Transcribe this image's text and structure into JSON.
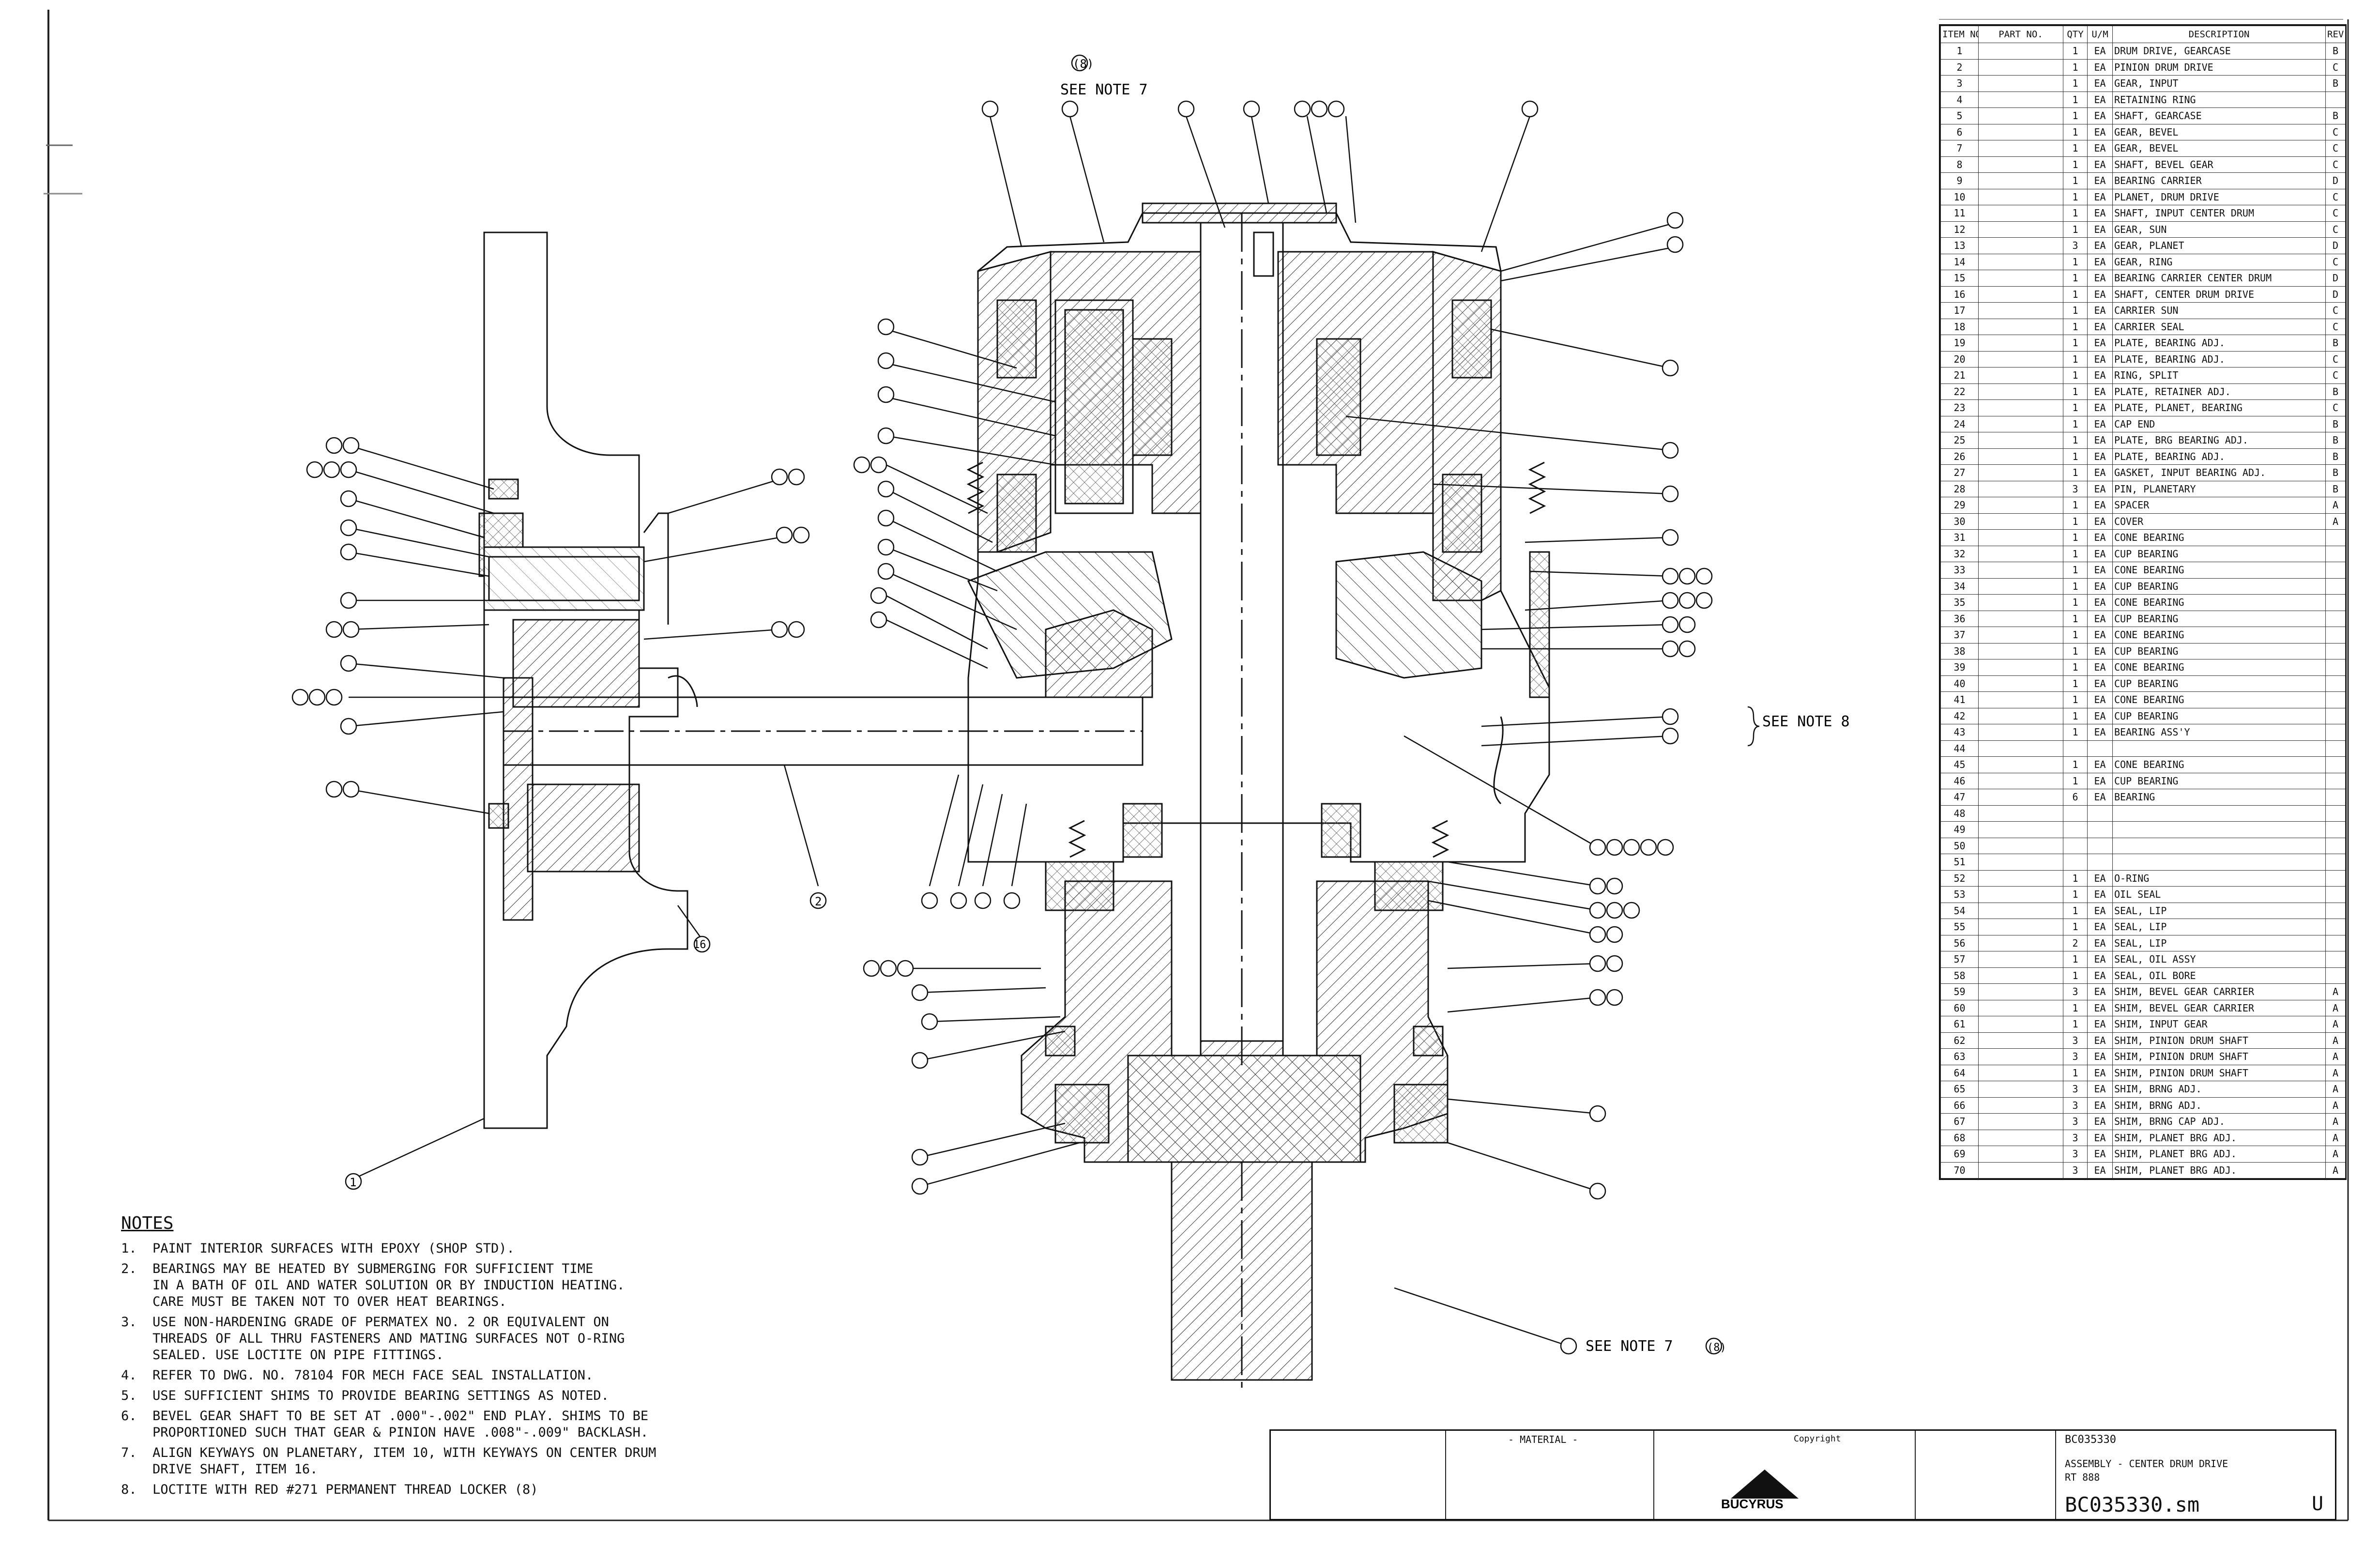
{
  "drawing": {
    "top_item_label": "(8)",
    "see_note7_top": "SEE NOTE 7",
    "see_note8": "SEE NOTE 8",
    "see_note7_bottom": "SEE NOTE 7",
    "rev_mark_bottom": "(8)",
    "balloon_1": "1",
    "balloon_2": "2",
    "balloon_16": "16"
  },
  "notes": {
    "title": "NOTES",
    "items": [
      "1.  PAINT INTERIOR SURFACES WITH EPOXY (SHOP STD).",
      "2.  BEARINGS MAY BE HEATED BY SUBMERGING FOR SUFFICIENT TIME\n    IN A BATH OF OIL AND WATER SOLUTION OR BY INDUCTION HEATING.\n    CARE MUST BE TAKEN NOT TO OVER HEAT BEARINGS.",
      "3.  USE NON-HARDENING GRADE OF PERMATEX NO. 2 OR EQUIVALENT ON\n    THREADS OF ALL THRU FASTENERS AND MATING SURFACES NOT O-RING\n    SEALED. USE LOCTITE ON PIPE FITTINGS.",
      "4.  REFER TO DWG. NO. 78104 FOR MECH FACE SEAL INSTALLATION.",
      "5.  USE SUFFICIENT SHIMS TO PROVIDE BEARING SETTINGS AS NOTED.",
      "6.  BEVEL GEAR SHAFT TO BE SET AT .000\"-.002\" END PLAY. SHIMS TO BE\n    PROPORTIONED SUCH THAT GEAR & PINION HAVE .008\"-.009\" BACKLASH.",
      "7.  ALIGN KEYWAYS ON PLANETARY, ITEM 10, WITH KEYWAYS ON CENTER DRUM\n    DRIVE SHAFT, ITEM 16.",
      "8.  LOCTITE WITH RED #271 PERMANENT THREAD LOCKER (8)"
    ]
  },
  "bom": {
    "headers": [
      "ITEM NO",
      "PART NO.",
      "QTY",
      "U/M",
      "DESCRIPTION",
      "REV"
    ],
    "rows": [
      [
        "1",
        "",
        "1",
        "EA",
        "DRUM DRIVE, GEARCASE",
        "B"
      ],
      [
        "2",
        "",
        "1",
        "EA",
        "PINION DRUM DRIVE",
        "C"
      ],
      [
        "3",
        "",
        "1",
        "EA",
        "GEAR, INPUT",
        "B"
      ],
      [
        "4",
        "",
        "1",
        "EA",
        "RETAINING RING",
        ""
      ],
      [
        "5",
        "",
        "1",
        "EA",
        "SHAFT, GEARCASE",
        "B"
      ],
      [
        "6",
        "",
        "1",
        "EA",
        "GEAR, BEVEL",
        "C"
      ],
      [
        "7",
        "",
        "1",
        "EA",
        "GEAR, BEVEL",
        "C"
      ],
      [
        "8",
        "",
        "1",
        "EA",
        "SHAFT, BEVEL GEAR",
        "C"
      ],
      [
        "9",
        "",
        "1",
        "EA",
        "BEARING CARRIER",
        "D"
      ],
      [
        "10",
        "",
        "1",
        "EA",
        "PLANET, DRUM DRIVE",
        "C"
      ],
      [
        "11",
        "",
        "1",
        "EA",
        "SHAFT, INPUT CENTER DRUM",
        "C"
      ],
      [
        "12",
        "",
        "1",
        "EA",
        "GEAR, SUN",
        "C"
      ],
      [
        "13",
        "",
        "3",
        "EA",
        "GEAR, PLANET",
        "D"
      ],
      [
        "14",
        "",
        "1",
        "EA",
        "GEAR, RING",
        "C"
      ],
      [
        "15",
        "",
        "1",
        "EA",
        "BEARING CARRIER CENTER DRUM",
        "D"
      ],
      [
        "16",
        "",
        "1",
        "EA",
        "SHAFT, CENTER DRUM DRIVE",
        "D"
      ],
      [
        "17",
        "",
        "1",
        "EA",
        "CARRIER SUN",
        "C"
      ],
      [
        "18",
        "",
        "1",
        "EA",
        "CARRIER SEAL",
        "C"
      ],
      [
        "19",
        "",
        "1",
        "EA",
        "PLATE, BEARING ADJ.",
        "B"
      ],
      [
        "20",
        "",
        "1",
        "EA",
        "PLATE, BEARING ADJ.",
        "C"
      ],
      [
        "21",
        "",
        "1",
        "EA",
        "RING, SPLIT",
        "C"
      ],
      [
        "22",
        "",
        "1",
        "EA",
        "PLATE, RETAINER ADJ.",
        "B"
      ],
      [
        "23",
        "",
        "1",
        "EA",
        "PLATE, PLANET, BEARING",
        "C"
      ],
      [
        "24",
        "",
        "1",
        "EA",
        "CAP END",
        "B"
      ],
      [
        "25",
        "",
        "1",
        "EA",
        "PLATE, BRG BEARING ADJ.",
        "B"
      ],
      [
        "26",
        "",
        "1",
        "EA",
        "PLATE, BEARING ADJ.",
        "B"
      ],
      [
        "27",
        "",
        "1",
        "EA",
        "GASKET, INPUT BEARING ADJ.",
        "B"
      ],
      [
        "28",
        "",
        "3",
        "EA",
        "PIN, PLANETARY",
        "B"
      ],
      [
        "29",
        "",
        "1",
        "EA",
        "SPACER",
        "A"
      ],
      [
        "30",
        "",
        "1",
        "EA",
        "COVER",
        "A"
      ],
      [
        "31",
        "",
        "1",
        "EA",
        "CONE BEARING",
        ""
      ],
      [
        "32",
        "",
        "1",
        "EA",
        "CUP BEARING",
        ""
      ],
      [
        "33",
        "",
        "1",
        "EA",
        "CONE BEARING",
        ""
      ],
      [
        "34",
        "",
        "1",
        "EA",
        "CUP BEARING",
        ""
      ],
      [
        "35",
        "",
        "1",
        "EA",
        "CONE BEARING",
        ""
      ],
      [
        "36",
        "",
        "1",
        "EA",
        "CUP BEARING",
        ""
      ],
      [
        "37",
        "",
        "1",
        "EA",
        "CONE BEARING",
        ""
      ],
      [
        "38",
        "",
        "1",
        "EA",
        "CUP BEARING",
        ""
      ],
      [
        "39",
        "",
        "1",
        "EA",
        "CONE BEARING",
        ""
      ],
      [
        "40",
        "",
        "1",
        "EA",
        "CUP BEARING",
        ""
      ],
      [
        "41",
        "",
        "1",
        "EA",
        "CONE BEARING",
        ""
      ],
      [
        "42",
        "",
        "1",
        "EA",
        "CUP BEARING",
        ""
      ],
      [
        "43",
        "",
        "1",
        "EA",
        "BEARING ASS'Y",
        ""
      ],
      [
        "44",
        "",
        "",
        "",
        "",
        ""
      ],
      [
        "45",
        "",
        "1",
        "EA",
        "CONE BEARING",
        ""
      ],
      [
        "46",
        "",
        "1",
        "EA",
        "CUP BEARING",
        ""
      ],
      [
        "47",
        "",
        "6",
        "EA",
        "BEARING",
        ""
      ],
      [
        "48",
        "",
        "",
        "",
        "",
        ""
      ],
      [
        "49",
        "",
        "",
        "",
        "",
        ""
      ],
      [
        "50",
        "",
        "",
        "",
        "",
        ""
      ],
      [
        "51",
        "",
        "",
        "",
        "",
        ""
      ],
      [
        "52",
        "",
        "1",
        "EA",
        "O-RING",
        ""
      ],
      [
        "53",
        "",
        "1",
        "EA",
        "OIL SEAL",
        ""
      ],
      [
        "54",
        "",
        "1",
        "EA",
        "SEAL, LIP",
        ""
      ],
      [
        "55",
        "",
        "1",
        "EA",
        "SEAL, LIP",
        ""
      ],
      [
        "56",
        "",
        "2",
        "EA",
        "SEAL, LIP",
        ""
      ],
      [
        "57",
        "",
        "1",
        "EA",
        "SEAL, OIL ASSY",
        ""
      ],
      [
        "58",
        "",
        "1",
        "EA",
        "SEAL, OIL BORE",
        ""
      ],
      [
        "59",
        "",
        "3",
        "EA",
        "SHIM, BEVEL GEAR CARRIER",
        "A"
      ],
      [
        "60",
        "",
        "1",
        "EA",
        "SHIM, BEVEL GEAR CARRIER",
        "A"
      ],
      [
        "61",
        "",
        "1",
        "EA",
        "SHIM, INPUT GEAR",
        "A"
      ],
      [
        "62",
        "",
        "3",
        "EA",
        "SHIM, PINION DRUM SHAFT",
        "A"
      ],
      [
        "63",
        "",
        "3",
        "EA",
        "SHIM, PINION DRUM SHAFT",
        "A"
      ],
      [
        "64",
        "",
        "1",
        "EA",
        "SHIM, PINION DRUM SHAFT",
        "A"
      ],
      [
        "65",
        "",
        "3",
        "EA",
        "SHIM, BRNG ADJ.",
        "A"
      ],
      [
        "66",
        "",
        "3",
        "EA",
        "SHIM, BRNG ADJ.",
        "A"
      ],
      [
        "67",
        "",
        "3",
        "EA",
        "SHIM, BRNG CAP ADJ.",
        "A"
      ],
      [
        "68",
        "",
        "3",
        "EA",
        "SHIM, PLANET BRG ADJ.",
        "A"
      ],
      [
        "69",
        "",
        "3",
        "EA",
        "SHIM, PLANET BRG ADJ.",
        "A"
      ],
      [
        "70",
        "",
        "3",
        "EA",
        "SHIM, PLANET BRG ADJ.",
        "A"
      ]
    ]
  },
  "title_block": {
    "materials_hdr": "- MATERIAL -",
    "copyright": "Copyright",
    "logo_text": "BUCYRUS",
    "drawing_no_small": "BC035330",
    "title_line1": "ASSEMBLY - CENTER DRUM DRIVE",
    "title_line2": "RT 888",
    "drawing_no_large": "BC035330.sm",
    "rev": "U"
  }
}
